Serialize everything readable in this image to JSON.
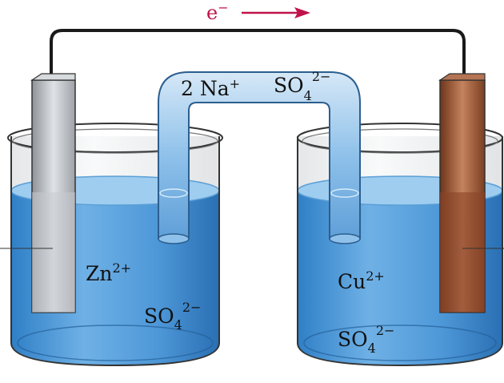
{
  "electron_flow": {
    "label": "e",
    "charge": "−",
    "color": "#c0134a"
  },
  "salt_bridge": {
    "cation_label": "2 Na",
    "cation_charge": "+",
    "anion_base": "SO",
    "anion_subscript": "4",
    "anion_charge": "2−"
  },
  "left_cell": {
    "ion_base": "Zn",
    "ion_charge": "2+",
    "anion_base": "SO",
    "anion_subscript": "4",
    "anion_charge": "2−",
    "electrode_color": "#b9bdc3"
  },
  "right_cell": {
    "ion_base": "Cu",
    "ion_charge": "2+",
    "anion_base": "SO",
    "anion_subscript": "4",
    "anion_charge": "2−",
    "electrode_color": "#8c4a2b"
  },
  "colors": {
    "solution": "#3f8fd4",
    "solution_light": "#8cc2ee",
    "glass": "#e6e8ea",
    "wire": "#1a1a1a"
  }
}
